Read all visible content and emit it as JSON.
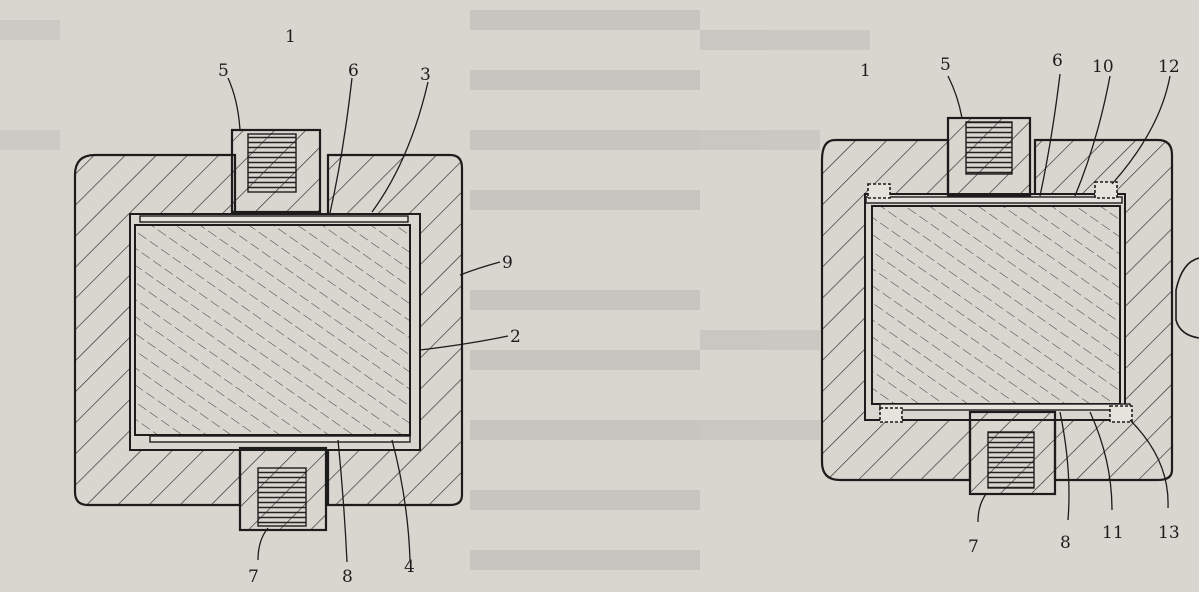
{
  "figure_left": {
    "labels": [
      "1",
      "5",
      "6",
      "3",
      "9",
      "2",
      "7",
      "8",
      "4"
    ]
  },
  "figure_right": {
    "labels": [
      "1",
      "5",
      "6",
      "10",
      "12",
      "7",
      "8",
      "11",
      "13"
    ]
  },
  "colors": {
    "paper": "#d9d6d0",
    "ink": "#1c1c1c",
    "bleed_text": "#b9b6b1"
  }
}
